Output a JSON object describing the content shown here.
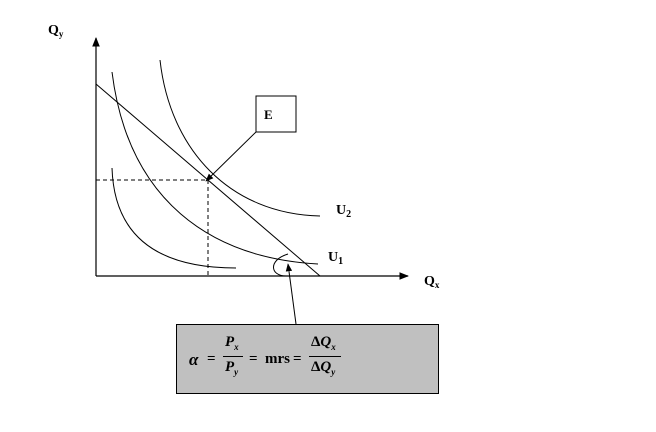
{
  "axes": {
    "y_label": {
      "main": "Q",
      "sub": "y"
    },
    "x_label": {
      "main": "Q",
      "sub": "x"
    }
  },
  "curves": [
    {
      "label_main": "U",
      "label_sub": "2"
    },
    {
      "label_main": "U",
      "label_sub": "1"
    }
  ],
  "equilibrium_label": "E",
  "formula": {
    "alpha": "α",
    "eq1": "=",
    "px_main": "P",
    "px_sub": "x",
    "py_main": "P",
    "py_sub": "y",
    "eq2": "=",
    "mrs": "mrs",
    "eq3": "=",
    "dqx_delta": "Δ",
    "dqx_main": "Q",
    "dqx_sub": "x",
    "dqy_delta": "Δ",
    "dqy_main": "Q",
    "dqy_sub": "y"
  },
  "colors": {
    "line": "#000000",
    "box_fill": "#c0c0c0"
  }
}
